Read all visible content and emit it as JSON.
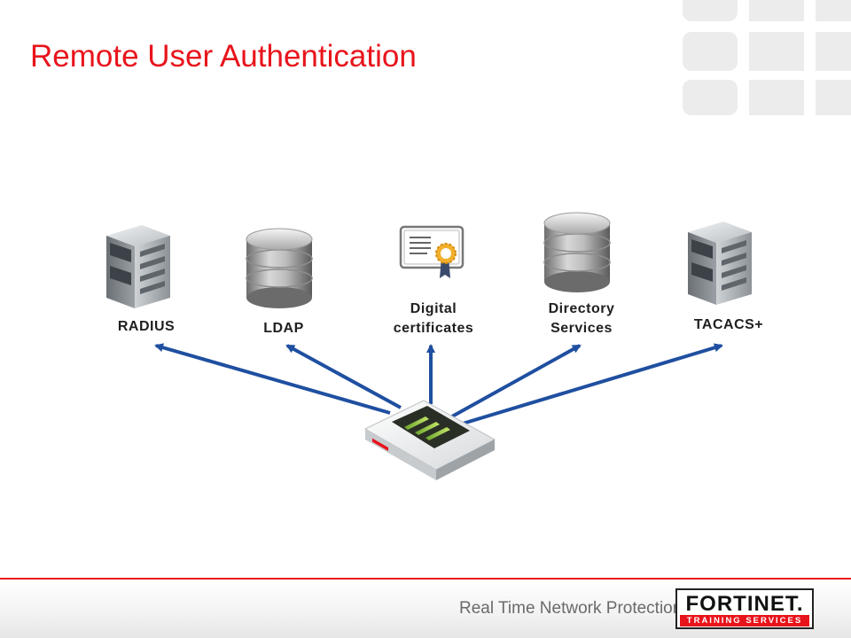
{
  "slide": {
    "title": "Remote User Authentication"
  },
  "nodes": [
    {
      "id": "radius",
      "label": "RADIUS",
      "icon": "server-tower-icon"
    },
    {
      "id": "ldap",
      "label": "LDAP",
      "icon": "database-icon"
    },
    {
      "id": "certs",
      "label": "Digital certificates",
      "icon": "certificate-icon"
    },
    {
      "id": "directory",
      "label": "Directory Services",
      "icon": "database-icon"
    },
    {
      "id": "tacacs",
      "label": "TACACS+",
      "icon": "server-tower-icon"
    }
  ],
  "center": {
    "icon": "fortigate-appliance-icon"
  },
  "footer": {
    "tagline": "Real Time Network Protection",
    "logo_name": "FORTINET.",
    "logo_sub": "TRAINING SERVICES"
  },
  "colors": {
    "accent": "#e8141c",
    "arrow": "#1f4fa0"
  }
}
